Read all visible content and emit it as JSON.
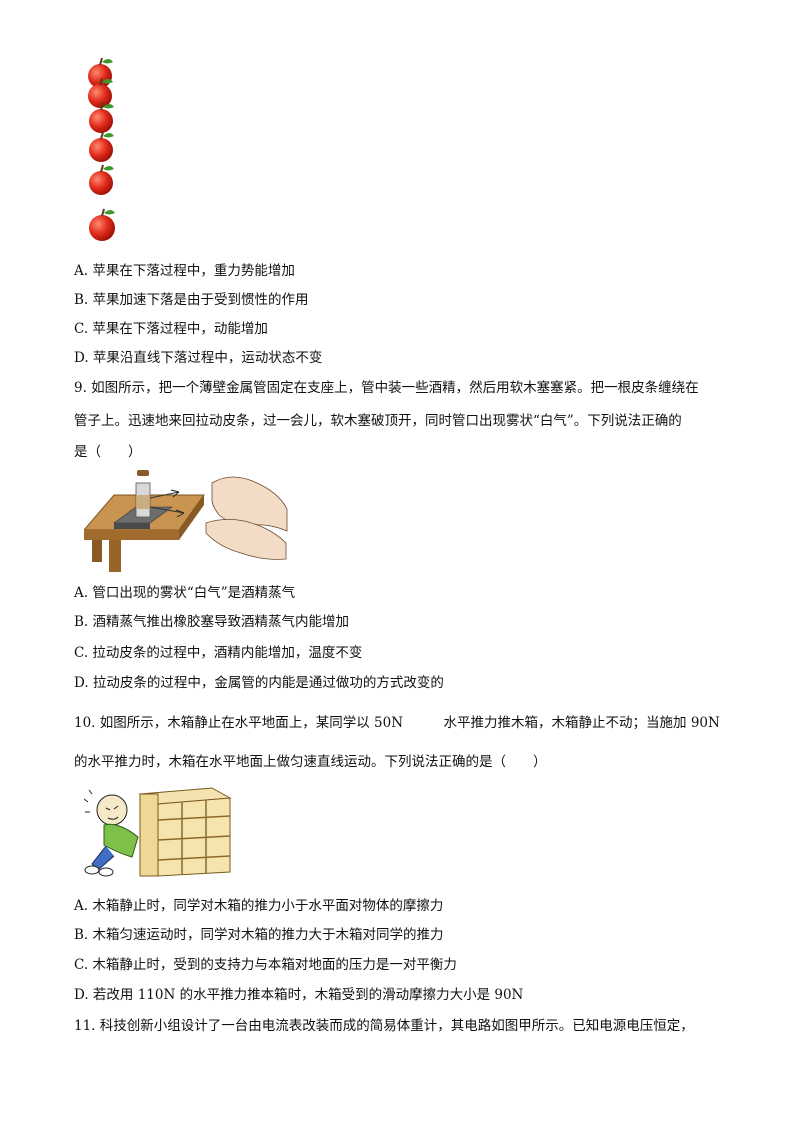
{
  "q8": {
    "options": [
      "A.  苹果在下落过程中，重力势能增加",
      "B.  苹果加速下落是由于受到惯性的作用",
      "C.  苹果在下落过程中，动能增加",
      "D.  苹果沿直线下落过程中，运动状态不变"
    ]
  },
  "q9": {
    "stem": [
      "9.  如图所示，把一个薄壁金属管固定在支座上，管中装一些酒精，然后用软木塞塞紧。把一根皮条缠绕在",
      "管子上。迅速地来回拉动皮条，过一会儿，软木塞破顶开，同时管口出现雾状“白气”。下列说法正确的",
      "是（　　）"
    ],
    "options": [
      "A.  管口出现的雾状“白气”是酒精蒸气",
      "B.  酒精蒸气推出橡胶塞导致酒精蒸气内能增加",
      "C.  拉动皮条的过程中，酒精内能增加，温度不变",
      "D.  拉动皮条的过程中，金属管的内能是通过做功的方式改变的"
    ]
  },
  "q10": {
    "stem": [
      "10.  如图所示，木箱静止在水平地面上，某同学以 50N　　　水平推力推木箱，木箱静止不动；当施加 90N",
      "的水平推力时，木箱在水平地面上做匀速直线运动。下列说法正确的是（　　）"
    ],
    "options": [
      "A.  木箱静止时，同学对木箱的推力小于水平面对物体的摩擦力",
      "B.  木箱匀速运动时，同学对木箱的推力大于木箱对同学的推力",
      "C.  木箱静止时，受到的支持力与本箱对地面的压力是一对平衡力",
      "D.  若改用 110N  的水平推力推本箱时，木箱受到的滑动摩擦力大小是 90N"
    ]
  },
  "q11": {
    "stem": [
      "11.  科技创新小组设计了一台由电流表改装而成的简易体重计，其电路如图甲所示。已知电源电压恒定，"
    ]
  }
}
